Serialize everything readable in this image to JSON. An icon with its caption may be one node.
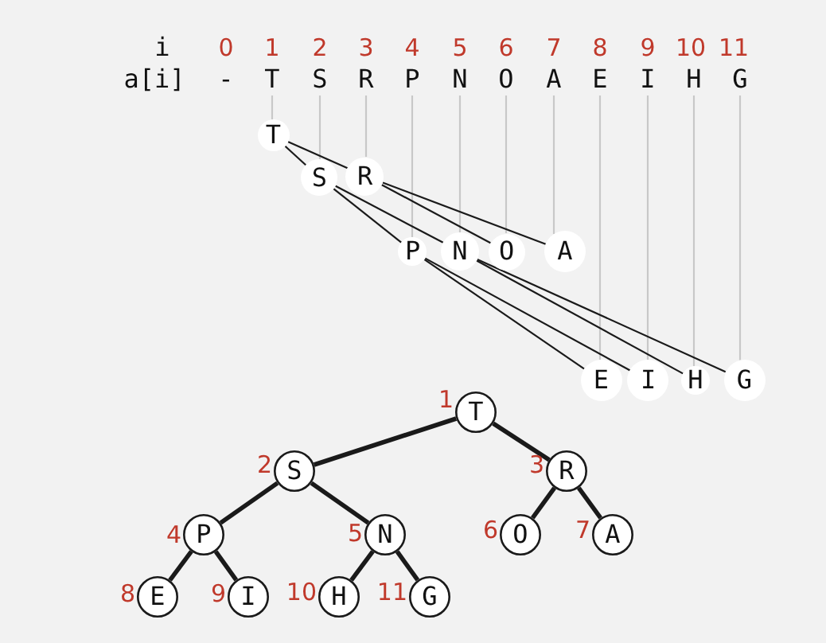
{
  "diagram": {
    "nodes": [
      {
        "text": [
          "T"
        ]
      },
      {
        "text": [
          "S"
        ]
      },
      {
        "text": [
          "R"
        ]
      },
      {
        "text": [
          "P"
        ]
      },
      {
        "text": [
          "N"
        ]
      },
      {
        "text": [
          "O"
        ]
      },
      {
        "text": [
          "A"
        ]
      },
      {
        "text": [
          "E"
        ]
      },
      {
        "text": [
          "I"
        ]
      },
      {
        "text": [
          "H"
        ]
      },
      {
        "text": [
          "G"
        ]
      },
      {
        "text": [
          "T"
        ]
      },
      {
        "text": [
          "S"
        ]
      },
      {
        "text": [
          "R"
        ]
      },
      {
        "text": [
          "P"
        ]
      },
      {
        "text": [
          "N"
        ]
      },
      {
        "text": [
          "O"
        ]
      },
      {
        "text": [
          "A"
        ]
      },
      {
        "text": [
          "E"
        ]
      },
      {
        "text": [
          "I"
        ]
      },
      {
        "text": [
          "H"
        ]
      },
      {
        "text": [
          "G"
        ]
      },
      {
        "text": [
          "T"
        ],
        "beside": [
          "1"
        ]
      },
      {
        "text": [
          "S"
        ],
        "beside": [
          "2"
        ]
      },
      {
        "text": [
          "R"
        ],
        "beside": [
          "3"
        ]
      },
      {
        "text": [
          "P"
        ],
        "beside": [
          "4"
        ]
      },
      {
        "text": [
          "N"
        ],
        "beside": [
          "5"
        ]
      },
      {
        "text": [
          "O"
        ],
        "beside": [
          "6"
        ]
      },
      {
        "text": [
          "A"
        ],
        "beside": [
          "7"
        ]
      },
      {
        "text": [
          "E"
        ],
        "beside": [
          "8"
        ]
      },
      {
        "text": [
          "I"
        ],
        "beside": [
          "9"
        ]
      },
      {
        "text": [
          "H"
        ],
        "beside": [
          "10"
        ]
      },
      {
        "text": [
          "G"
        ],
        "beside": [
          "11"
        ]
      }
    ],
    "edges": [
      {
        "from": 0,
        "to": 11,
        "arrow": "none",
        "color": "#c8c8c8"
      },
      {
        "from": 1,
        "to": 12,
        "arrow": "none",
        "color": "#c8c8c8"
      },
      {
        "from": 2,
        "to": 13,
        "arrow": "none",
        "color": "#c8c8c8"
      },
      {
        "from": 3,
        "to": 14,
        "arrow": "none",
        "color": "#c8c8c8"
      },
      {
        "from": 4,
        "to": 15,
        "arrow": "none",
        "color": "#c8c8c8"
      },
      {
        "from": 5,
        "to": 16,
        "arrow": "none",
        "color": "#c8c8c8"
      },
      {
        "from": 6,
        "to": 17,
        "arrow": "none",
        "color": "#c8c8c8"
      },
      {
        "from": 7,
        "to": 18,
        "arrow": "none",
        "color": "#c8c8c8"
      },
      {
        "from": 8,
        "to": 19,
        "arrow": "none",
        "color": "#c8c8c8"
      },
      {
        "from": 9,
        "to": 20,
        "arrow": "none",
        "color": "#c8c8c8"
      },
      {
        "from": 10,
        "to": 21,
        "arrow": "none",
        "color": "#c8c8c8"
      },
      {
        "from": 11,
        "to": 12,
        "arrow": "none"
      },
      {
        "from": 11,
        "to": 13,
        "arrow": "none"
      },
      {
        "from": 12,
        "to": 14,
        "arrow": "none"
      },
      {
        "from": 12,
        "to": 15,
        "arrow": "none"
      },
      {
        "from": 13,
        "to": 16,
        "arrow": "none"
      },
      {
        "from": 13,
        "to": 17,
        "arrow": "none"
      },
      {
        "from": 14,
        "to": 18,
        "arrow": "none"
      },
      {
        "from": 14,
        "to": 19,
        "arrow": "none"
      },
      {
        "from": 15,
        "to": 20,
        "arrow": "none"
      },
      {
        "from": 15,
        "to": 21,
        "arrow": "none"
      },
      {
        "from": 22,
        "to": 23,
        "arrow": "none",
        "style": "thick"
      },
      {
        "from": 22,
        "to": 24,
        "arrow": "none",
        "style": "thick"
      },
      {
        "from": 23,
        "to": 25,
        "arrow": "none",
        "style": "thick"
      },
      {
        "from": 23,
        "to": 26,
        "arrow": "none",
        "style": "thick"
      },
      {
        "from": 24,
        "to": 27,
        "arrow": "none",
        "style": "thick"
      },
      {
        "from": 24,
        "to": 28,
        "arrow": "none",
        "style": "thick"
      },
      {
        "from": 25,
        "to": 29,
        "arrow": "none",
        "style": "thick"
      },
      {
        "from": 25,
        "to": 30,
        "arrow": "none",
        "style": "thick"
      },
      {
        "from": 26,
        "to": 31,
        "arrow": "none",
        "style": "thick"
      },
      {
        "from": 26,
        "to": 32,
        "arrow": "none",
        "style": "thick"
      }
    ],
    "labels": [
      "i",
      "0",
      "1",
      "2",
      "3",
      "4",
      "5",
      "6",
      "7",
      "8",
      "9",
      "10",
      "11",
      "a[i]",
      "-"
    ]
  }
}
